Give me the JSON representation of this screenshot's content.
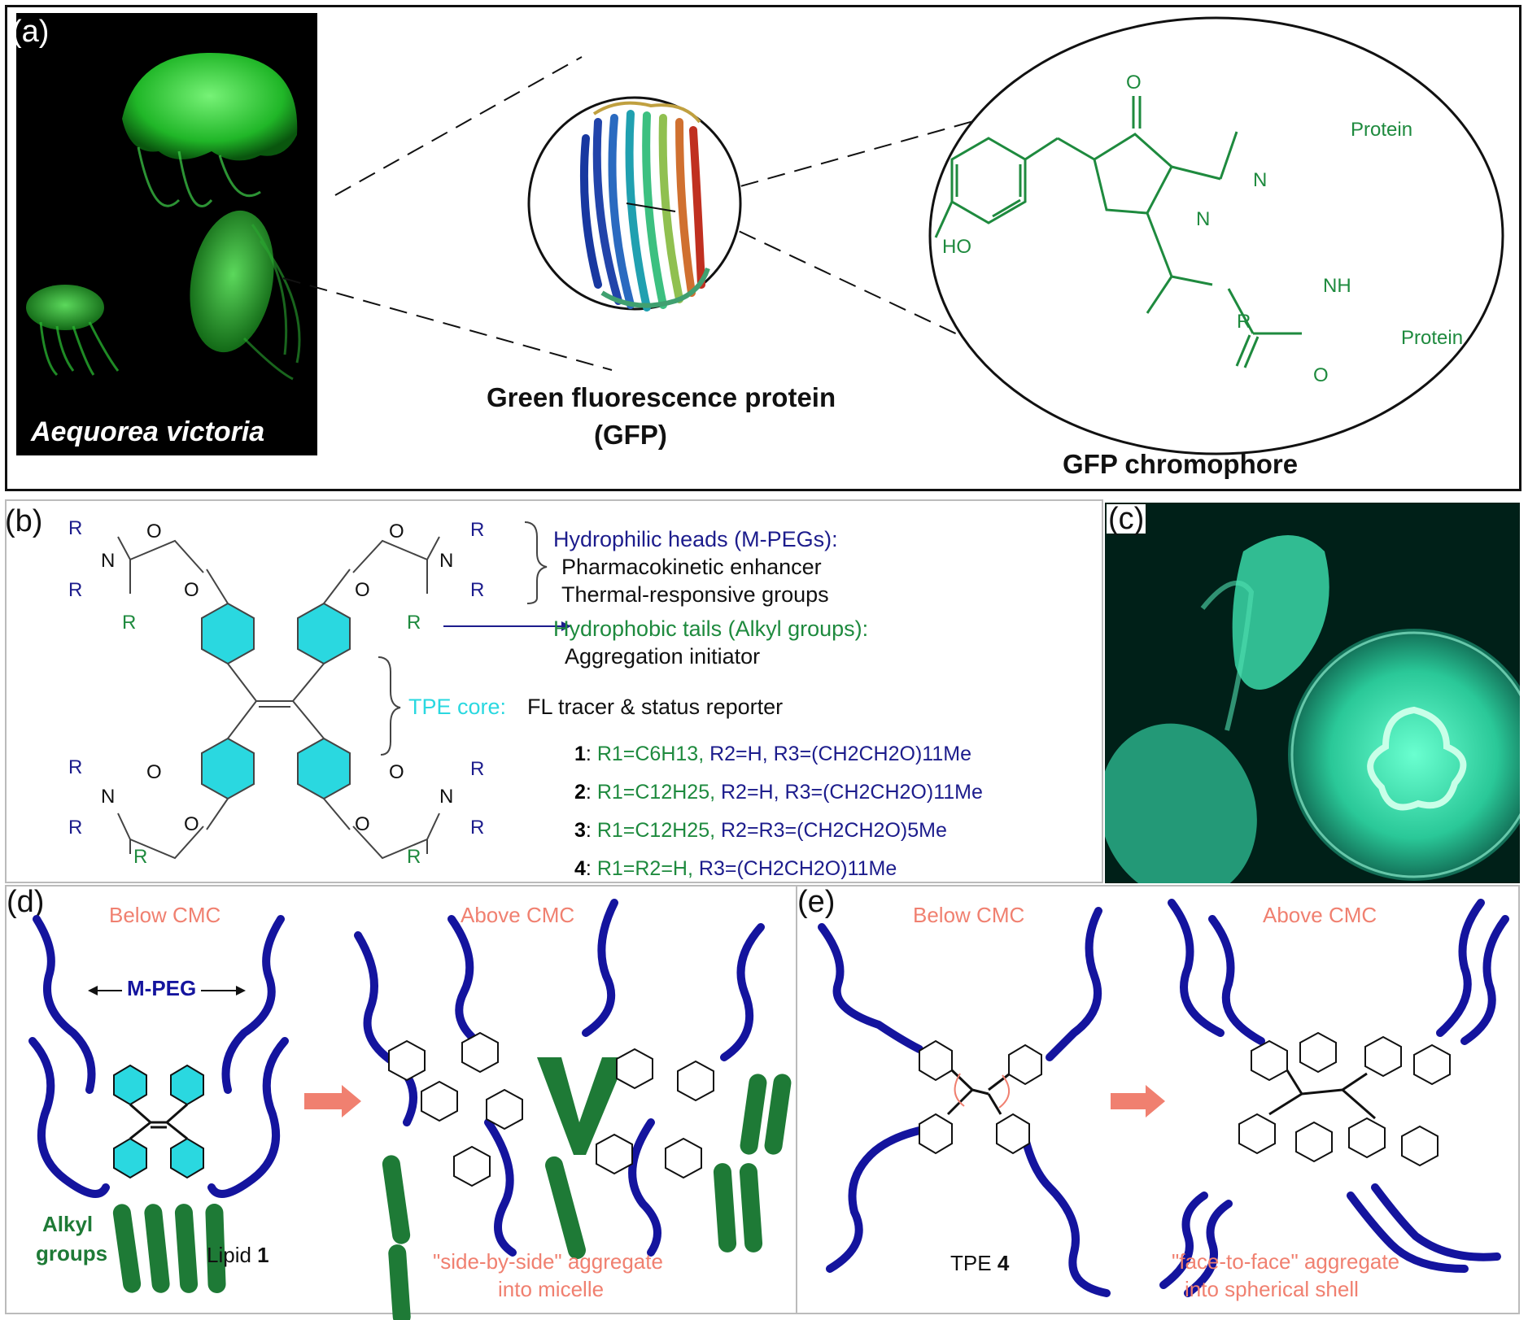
{
  "panel_a": {
    "label": "(a)",
    "species": "Aequorea victoria",
    "gfp_title_1": "Green fluorescence protein",
    "gfp_title_2": "(GFP)",
    "chromophore_title": "GFP chromophore",
    "atom_O": "O",
    "atom_N1": "N",
    "atom_N2": "N",
    "atom_HO": "HO",
    "atom_NH": "NH",
    "atom_R": "R",
    "atom_O2": "O",
    "protein_1": "Protein",
    "protein_2": "Protein"
  },
  "panel_b": {
    "label": "(b)",
    "R1": "R",
    "R2": "R",
    "R3": "R",
    "N": "N",
    "O": "O",
    "heads_title": "Hydrophilic heads (M-PEGs):",
    "heads_line1": "Pharmacokinetic enhancer",
    "heads_line2": "Thermal-responsive groups",
    "tails_title": "Hydrophobic tails (Alkyl groups):",
    "tails_line1": "Aggregation initiator",
    "core_title": "TPE core:",
    "core_desc": "FL tracer & status reporter",
    "compounds": [
      {
        "num": "1",
        "r1": "R1=C6H13,",
        "r2": "R2=H,",
        "r3": "R3=(CH2CH2O)11Me"
      },
      {
        "num": "2",
        "r1": "R1=C12H25,",
        "r2": "R2=H,",
        "r3": "R3=(CH2CH2O)11Me"
      },
      {
        "num": "3",
        "r1": "R1=C12H25,",
        "r2": "R2=R3=(CH2CH2O)5Me",
        "r3": ""
      },
      {
        "num": "4",
        "r1": "R1=R2=H,",
        "r2": "",
        "r3": "R3=(CH2CH2O)11Me"
      }
    ]
  },
  "panel_c": {
    "label": "(c)"
  },
  "panel_d": {
    "label": "(d)",
    "below": "Below CMC",
    "above": "Above CMC",
    "mpeg": "M-PEG",
    "alkyl_1": "Alkyl",
    "alkyl_2": "groups",
    "lipid": "Lipid",
    "lipid_num": "1",
    "agg_1": "\"side-by-side\" aggregate",
    "agg_2": "into micelle"
  },
  "panel_e": {
    "label": "(e)",
    "below": "Below CMC",
    "above": "Above CMC",
    "tpe": "TPE",
    "tpe_num": "4",
    "agg_1": "\"face-to-face\" aggregate",
    "agg_2": "into spherical shell"
  },
  "colors": {
    "green": "#1e8a3e",
    "blue": "#1c1c8c",
    "cyan": "#2ad8e0",
    "salmon": "#f08070",
    "peg": "#14149e",
    "alkyl": "#1e7a36"
  }
}
